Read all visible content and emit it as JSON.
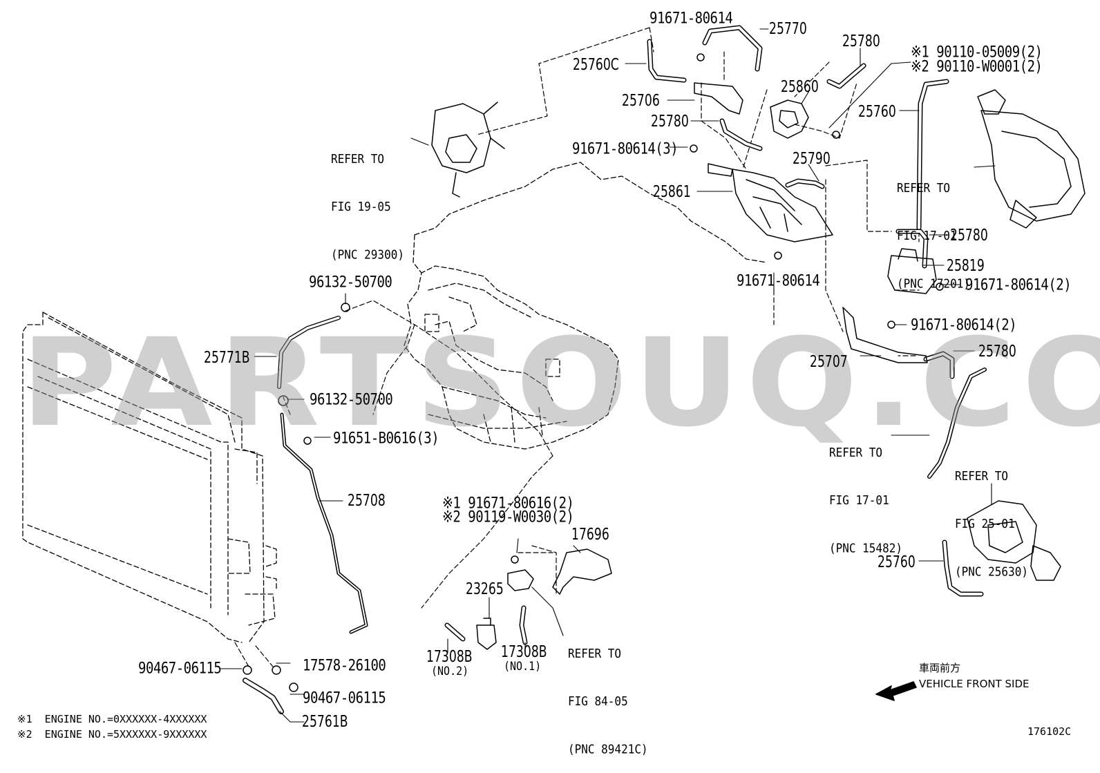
{
  "watermark": "PARTSOUQ.COM",
  "figure_id": "176102C",
  "callouts": {
    "p91671_80614_top": "91671-80614",
    "p25770": "25770",
    "p25780_top": "25780",
    "p25760c": "25760C",
    "p25706": "25706",
    "p25860": "25860",
    "p25780_mid": "25780",
    "p91671_80614_3": "91671-80614(3)",
    "p25790": "25790",
    "p25861": "25861",
    "p91671_80614_mid": "91671-80614",
    "p25760_top": "25760",
    "p25780_right": "25780",
    "p25819": "25819",
    "p91671_80614_2a": "91671-80614(2)",
    "p91671_80614_2b": "91671-80614(2)",
    "p25780_lower": "25780",
    "p25707": "25707",
    "p96132_top": "96132-50700",
    "p25771b": "25771B",
    "p96132_bot": "96132-50700",
    "p91651": "91651-B0616(3)",
    "p25708": "25708",
    "p91671_80616_2": "※1 91671-80616(2)",
    "p90119": "※2 90119-W0030(2)",
    "p17696": "17696",
    "p23265": "23265",
    "p17308b_a": "17308B",
    "no2": "(NO.2)",
    "p17308b_b": "17308B",
    "no1": "(NO.1)",
    "p90467_a": "90467-06115",
    "p17578": "17578-26100",
    "p90467_b": "90467-06115",
    "p25761b": "25761B",
    "p25760_bot": "25760",
    "p90110_1": "※1 90110-05009(2)",
    "p90110_2": "※2 90110-W0001(2)"
  },
  "refs": {
    "r1905": [
      "REFER TO",
      "FIG 19-05",
      "(PNC 29300)"
    ],
    "r1701a": [
      "REFER TO",
      "FIG 17-01",
      "(PNC 17201)"
    ],
    "r1701b": [
      "REFER TO",
      "FIG 17-01",
      "(PNC 15482)"
    ],
    "r2501": [
      "REFER TO",
      "FIG 25-01",
      "(PNC 25630)"
    ],
    "r8405": [
      "REFER TO",
      "FIG 84-05",
      "(PNC 89421C)"
    ]
  },
  "notes": {
    "n1": "※1  ENGINE NO.=0XXXXXX-4XXXXXX",
    "n2": "※2  ENGINE NO.=5XXXXXX-9XXXXXX"
  },
  "direction": {
    "jp": "車両前方",
    "en": "VEHICLE FRONT SIDE"
  }
}
